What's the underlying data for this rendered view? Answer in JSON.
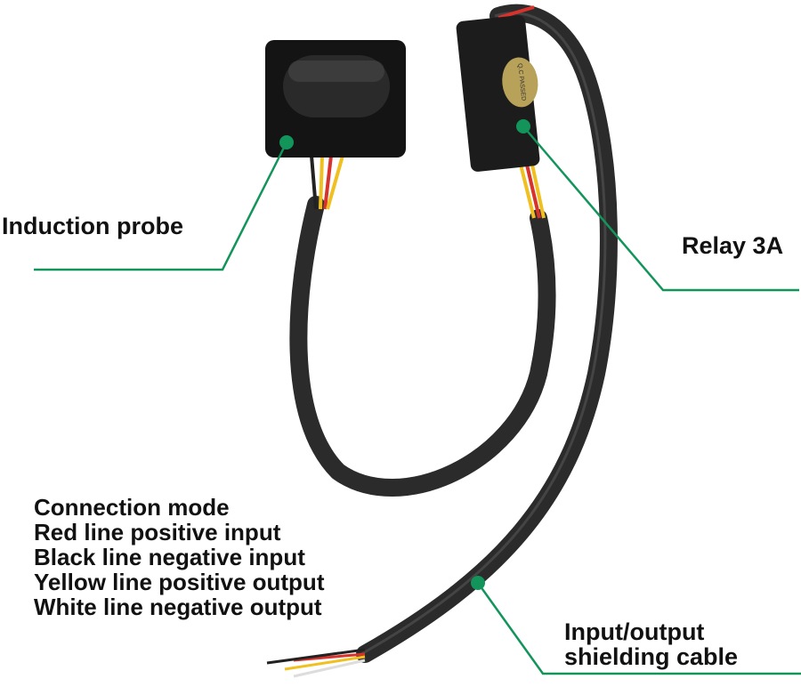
{
  "labels": {
    "induction_probe": "Induction probe",
    "relay": "Relay 3A",
    "cable_line1": "Input/output",
    "cable_line2": "shielding cable"
  },
  "connection_mode": {
    "title": "Connection mode",
    "lines": [
      "Red line positive input",
      "Black line negative input",
      "Yellow line positive output",
      "White line negative output"
    ]
  },
  "relay_sticker": "Q.C PASSED",
  "colors": {
    "leader_line": "#12945a",
    "cable": "#2b2b2b",
    "red_wire": "#d8322c",
    "yellow_wire": "#f0c020"
  }
}
